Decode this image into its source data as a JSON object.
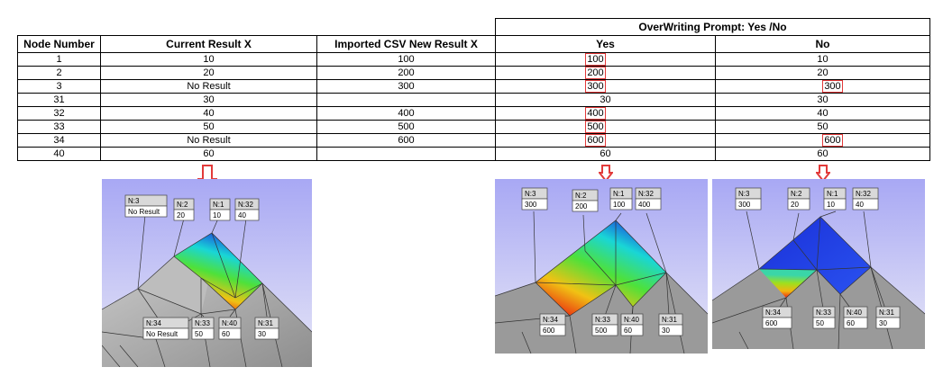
{
  "header": {
    "group_title": "OverWriting Prompt: Yes /No",
    "columns": [
      "Node Number",
      "Current  Result X",
      "Imported CSV New Result X",
      "Yes",
      "No"
    ]
  },
  "rows": [
    {
      "node": "1",
      "current": "10",
      "imported": "100",
      "yes": "100",
      "no": "10",
      "yes_hl": true,
      "no_hl": false
    },
    {
      "node": "2",
      "current": "20",
      "imported": "200",
      "yes": "200",
      "no": "20",
      "yes_hl": true,
      "no_hl": false
    },
    {
      "node": "3",
      "current": "No Result",
      "imported": "300",
      "yes": "300",
      "no": "300",
      "yes_hl": true,
      "no_hl": true
    },
    {
      "node": "31",
      "current": "30",
      "imported": "",
      "yes": "30",
      "no": "30",
      "yes_hl": false,
      "no_hl": false
    },
    {
      "node": "32",
      "current": "40",
      "imported": "400",
      "yes": "400",
      "no": "40",
      "yes_hl": true,
      "no_hl": false
    },
    {
      "node": "33",
      "current": "50",
      "imported": "500",
      "yes": "500",
      "no": "50",
      "yes_hl": true,
      "no_hl": false
    },
    {
      "node": "34",
      "current": "No Result",
      "imported": "600",
      "yes": "600",
      "no": "600",
      "yes_hl": true,
      "no_hl": true
    },
    {
      "node": "40",
      "current": "60",
      "imported": "",
      "yes": "60",
      "no": "60",
      "yes_hl": false,
      "no_hl": false
    }
  ],
  "panels": {
    "current": {
      "labels": [
        {
          "node": "N:3",
          "value": "No Result"
        },
        {
          "node": "N:2",
          "value": "20"
        },
        {
          "node": "N:1",
          "value": "10"
        },
        {
          "node": "N:32",
          "value": "40"
        },
        {
          "node": "N:34",
          "value": "No Result"
        },
        {
          "node": "N:33",
          "value": "50"
        },
        {
          "node": "N:40",
          "value": "60"
        },
        {
          "node": "N:31",
          "value": "30"
        }
      ]
    },
    "yes": {
      "labels": [
        {
          "node": "N:3",
          "value": "300"
        },
        {
          "node": "N:2",
          "value": "200"
        },
        {
          "node": "N:1",
          "value": "100"
        },
        {
          "node": "N:32",
          "value": "400"
        },
        {
          "node": "N:34",
          "value": "600"
        },
        {
          "node": "N:33",
          "value": "500"
        },
        {
          "node": "N:40",
          "value": "60"
        },
        {
          "node": "N:31",
          "value": "30"
        }
      ]
    },
    "no": {
      "labels": [
        {
          "node": "N:3",
          "value": "300"
        },
        {
          "node": "N:2",
          "value": "20"
        },
        {
          "node": "N:1",
          "value": "10"
        },
        {
          "node": "N:32",
          "value": "40"
        },
        {
          "node": "N:34",
          "value": "600"
        },
        {
          "node": "N:33",
          "value": "50"
        },
        {
          "node": "N:40",
          "value": "60"
        },
        {
          "node": "N:31",
          "value": "30"
        }
      ]
    }
  },
  "colors": {
    "highlight": "#e23a3a",
    "arrow": "#e23a3a",
    "mesh_gray": "#9a9a9a",
    "sky_top": "#8c8cf0"
  }
}
